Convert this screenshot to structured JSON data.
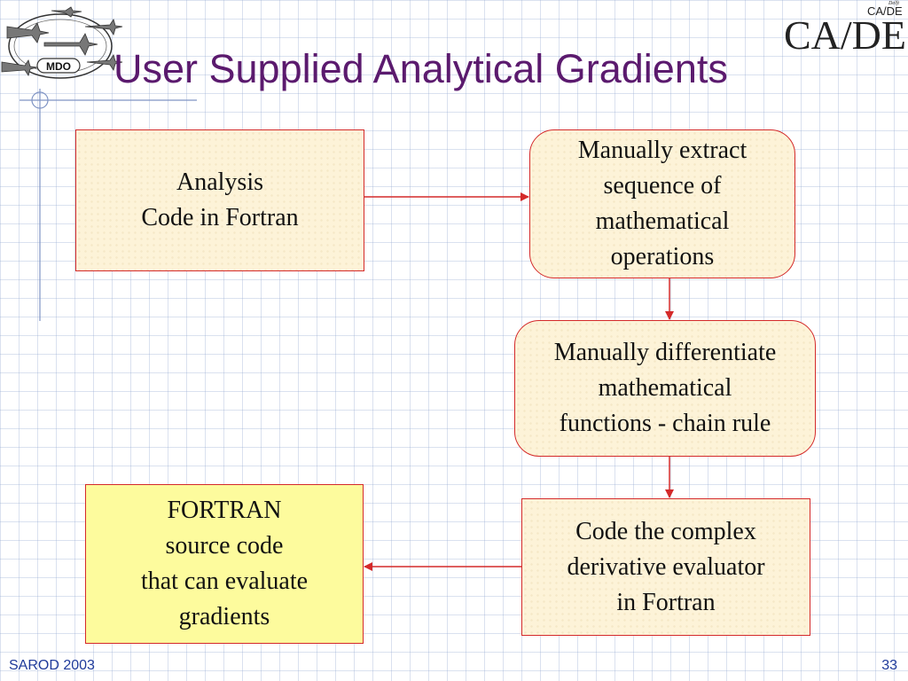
{
  "title": "User Supplied Analytical Gradients",
  "logos": {
    "left_text": "MDO",
    "right_main": "CA/DE",
    "right_small_top": "CA/DE",
    "right_small_script": "Delft"
  },
  "boxes": {
    "analysis": [
      "Analysis",
      "Code in Fortran"
    ],
    "extract": [
      "Manually extract",
      "sequence of",
      "mathematical",
      "operations"
    ],
    "differentiate": [
      "Manually differentiate",
      "mathematical",
      "functions - chain rule"
    ],
    "code": [
      "Code the complex",
      "derivative evaluator",
      "in Fortran"
    ],
    "fortran": [
      "FORTRAN",
      "source code",
      "that can evaluate",
      "gradients"
    ]
  },
  "footer": {
    "left": "SAROD 2003",
    "right": "33"
  },
  "colors": {
    "title": "#5b1a6e",
    "arrow": "#d42a2a",
    "footer": "#1f3a9a"
  }
}
